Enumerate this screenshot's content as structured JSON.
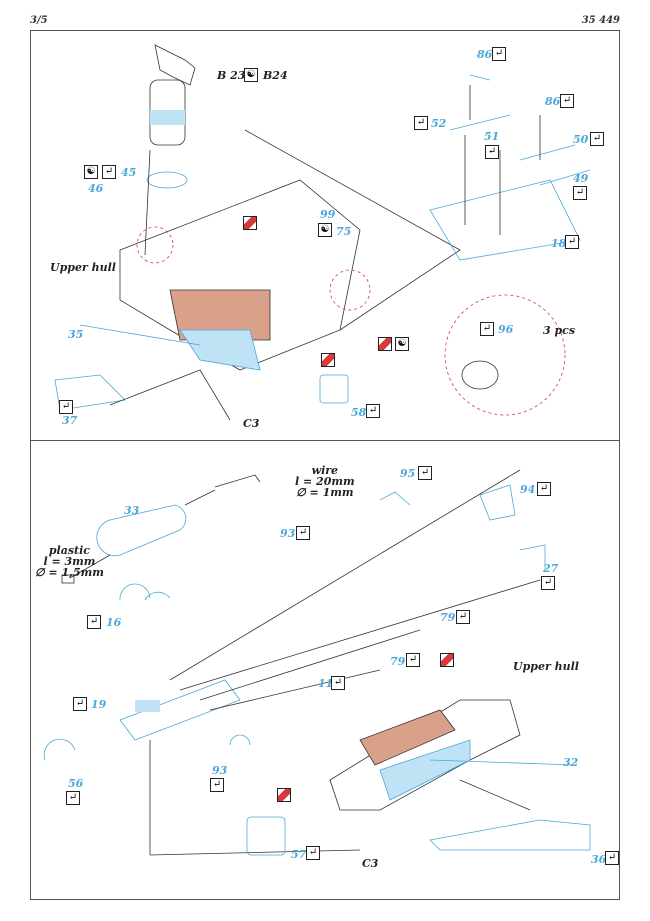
{
  "header": {
    "page": "3/5",
    "kit_number": "35 449"
  },
  "icons": {
    "bend": "↵",
    "yinyang": "☯"
  },
  "colors": {
    "part": "#4aa8d8",
    "resin": "#d9a08a",
    "paint": "#d83a3a",
    "line": "#333333"
  },
  "top_panel": {
    "b23": "B 23",
    "b24": "B24",
    "p86a": "86",
    "p86b": "86",
    "p52": "52",
    "p51": "51",
    "p50": "50",
    "p49": "49",
    "p18": "18",
    "p45": "45",
    "p46": "46",
    "p99": "99",
    "p75": "75",
    "upper_hull": "Upper hull",
    "p35": "35",
    "p37": "37",
    "c3": "C3",
    "p58": "58",
    "p96": "96",
    "pcs": "3 pcs"
  },
  "bottom_panel": {
    "wire_title": "wire",
    "wire_len": "l = 20mm",
    "wire_dia": "∅ = 1mm",
    "plastic_title": "plastic",
    "plastic_len": "l = 3mm",
    "plastic_dia": "∅ = 1,5mm",
    "p95": "95",
    "p94": "94",
    "p33": "33",
    "p93a": "93",
    "p27": "27",
    "p16": "16",
    "p79a": "79",
    "p79b": "79",
    "p11": "11",
    "upper_hull": "Upper hull",
    "p19": "19",
    "p93b": "93",
    "p56": "56",
    "p32": "32",
    "p57": "57",
    "c3": "C3",
    "p36": "36"
  }
}
